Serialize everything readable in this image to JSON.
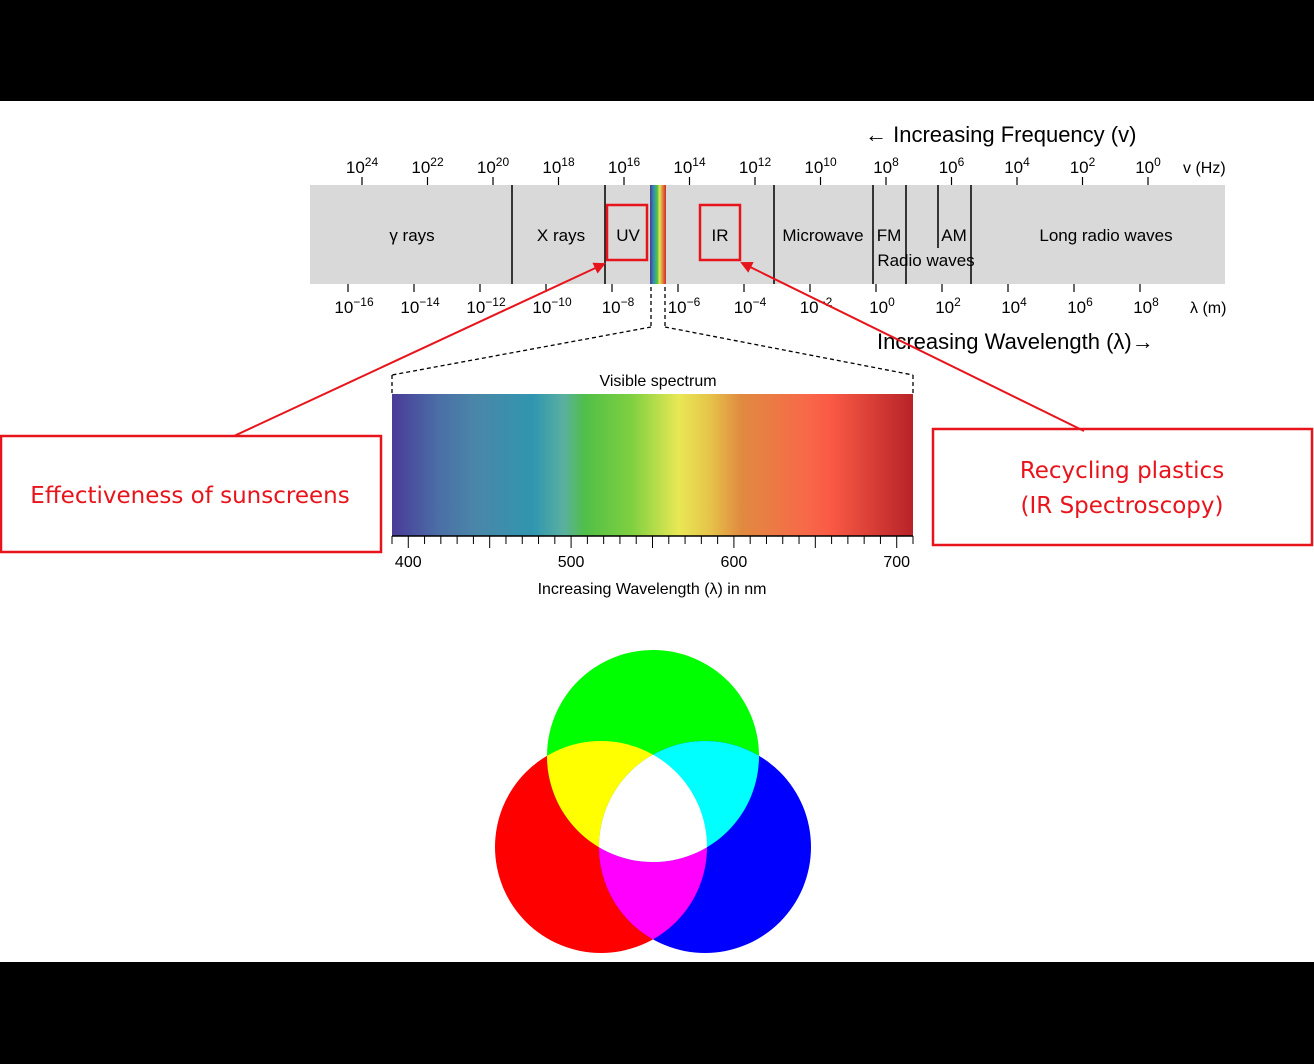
{
  "frequency_axis": {
    "title": "← Increasing Frequency (v)",
    "unit": "v (Hz)",
    "ticks": [
      {
        "base": "10",
        "exp": "24"
      },
      {
        "base": "10",
        "exp": "22"
      },
      {
        "base": "10",
        "exp": "20"
      },
      {
        "base": "10",
        "exp": "18"
      },
      {
        "base": "10",
        "exp": "16"
      },
      {
        "base": "10",
        "exp": "14"
      },
      {
        "base": "10",
        "exp": "12"
      },
      {
        "base": "10",
        "exp": "10"
      },
      {
        "base": "10",
        "exp": "8"
      },
      {
        "base": "10",
        "exp": "6"
      },
      {
        "base": "10",
        "exp": "4"
      },
      {
        "base": "10",
        "exp": "2"
      },
      {
        "base": "10",
        "exp": "0"
      }
    ]
  },
  "wavelength_axis": {
    "title": "Increasing Wavelength (λ)→",
    "unit": "λ (m)",
    "ticks": [
      {
        "base": "10",
        "exp": "−16"
      },
      {
        "base": "10",
        "exp": "−14"
      },
      {
        "base": "10",
        "exp": "−12"
      },
      {
        "base": "10",
        "exp": "−10"
      },
      {
        "base": "10",
        "exp": "−8"
      },
      {
        "base": "10",
        "exp": "−6"
      },
      {
        "base": "10",
        "exp": "−4"
      },
      {
        "base": "10",
        "exp": "−2"
      },
      {
        "base": "10",
        "exp": "0"
      },
      {
        "base": "10",
        "exp": "2"
      },
      {
        "base": "10",
        "exp": "4"
      },
      {
        "base": "10",
        "exp": "6"
      },
      {
        "base": "10",
        "exp": "8"
      }
    ]
  },
  "bands": {
    "gamma": "γ rays",
    "xray": "X rays",
    "uv": "UV",
    "ir": "IR",
    "microwave": "Microwave",
    "fm": "FM",
    "am": "AM",
    "radio": "Radio waves",
    "long_radio": "Long radio waves"
  },
  "visible": {
    "title": "Visible spectrum",
    "xlabel": "Increasing Wavelength (λ) in nm",
    "tick_labels": [
      "400",
      "500",
      "600",
      "700"
    ]
  },
  "callouts": {
    "left": "Effectiveness of sunscreens",
    "right_line1": "Recycling plastics",
    "right_line2": "(IR Spectroscopy)"
  },
  "colors": {
    "highlight": "#e8141c",
    "band_bg": "#d9d9d9",
    "red": "#ff0000",
    "green": "#00ff00",
    "blue": "#0000ff",
    "yellow": "#ffff00",
    "cyan": "#00ffff",
    "magenta": "#ff00ff",
    "white": "#ffffff"
  }
}
